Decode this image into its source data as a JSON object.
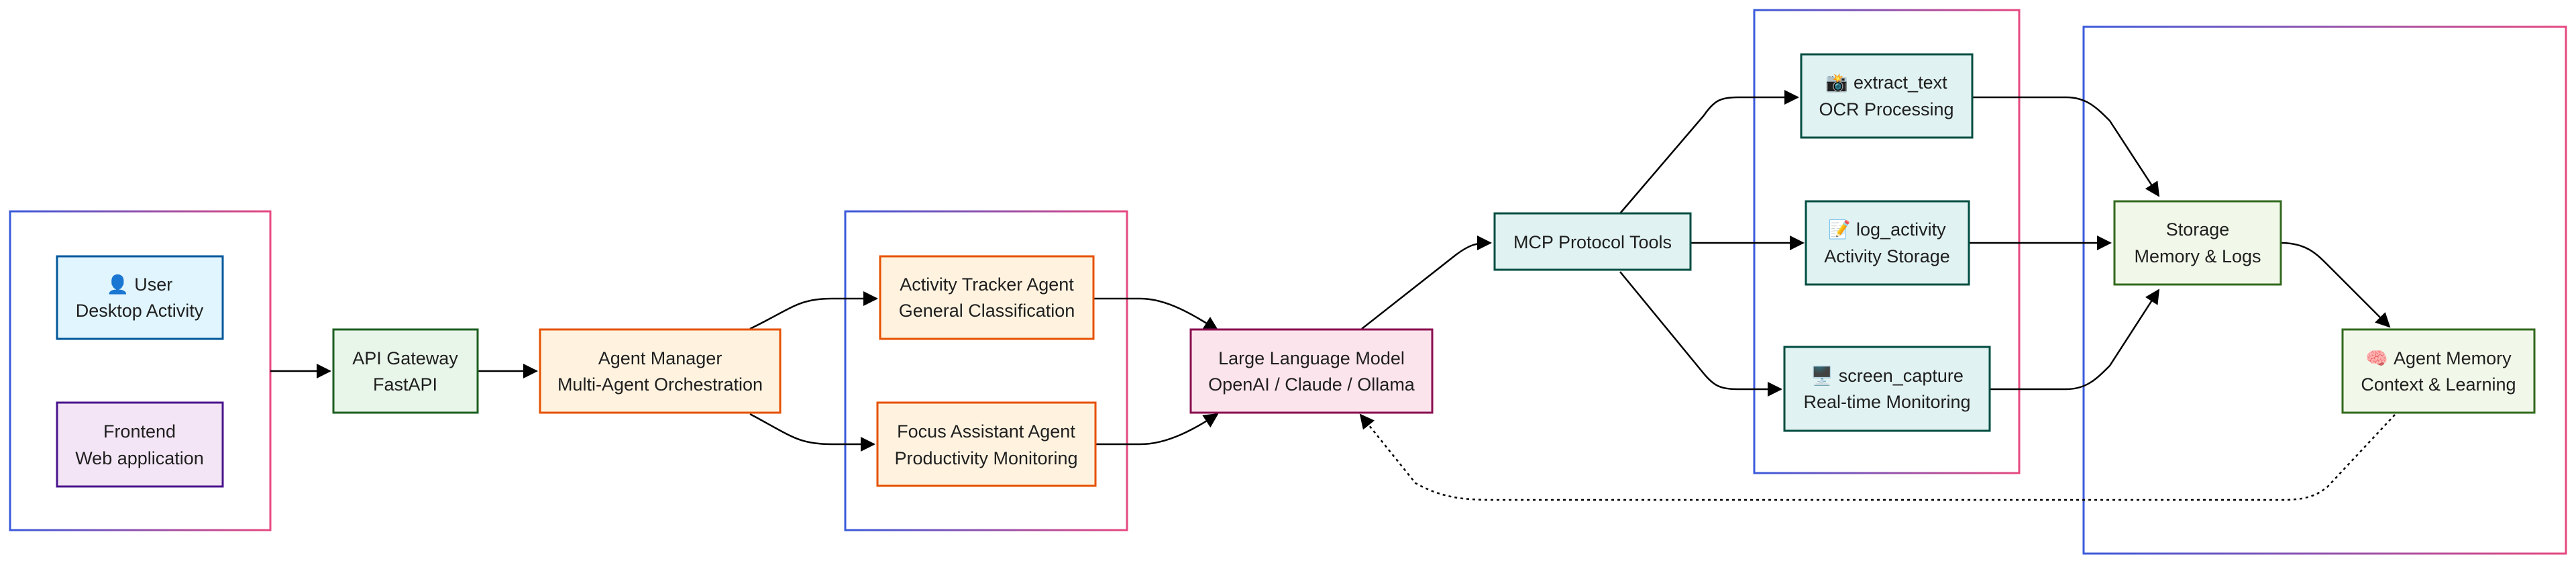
{
  "colors": {
    "group_border_start": "#3b5bdb",
    "group_border_end": "#e64980",
    "edge": "#000000"
  },
  "nodes": {
    "user": {
      "icon": "👤",
      "line1": "User",
      "line2": "Desktop Activity",
      "fill": "#e1f5fe",
      "stroke": "#01579b"
    },
    "frontend": {
      "line1": "Frontend",
      "line2": "Web application",
      "fill": "#f3e5f5",
      "stroke": "#4a148c"
    },
    "api_gateway": {
      "line1": "API Gateway",
      "line2": "FastAPI",
      "fill": "#e8f5e9",
      "stroke": "#1b5e20"
    },
    "agent_manager": {
      "line1": "Agent Manager",
      "line2": "Multi-Agent Orchestration",
      "fill": "#fff3e0",
      "stroke": "#e65100"
    },
    "activity_tracker": {
      "line1": "Activity Tracker Agent",
      "line2": "General Classification",
      "fill": "#fff3e0",
      "stroke": "#e65100"
    },
    "focus_assistant": {
      "line1": "Focus Assistant Agent",
      "line2": "Productivity Monitoring",
      "fill": "#fff3e0",
      "stroke": "#e65100"
    },
    "llm": {
      "line1": "Large Language Model",
      "line2": "OpenAI / Claude / Ollama",
      "fill": "#fce4ec",
      "stroke": "#880e4f"
    },
    "mcp_tools": {
      "line1": "MCP Protocol Tools",
      "fill": "#e0f2f1",
      "stroke": "#004d40"
    },
    "extract_text": {
      "icon": "📸",
      "line1": "extract_text",
      "line2": "OCR Processing",
      "fill": "#e0f2f1",
      "stroke": "#004d40"
    },
    "log_activity": {
      "icon": "📝",
      "line1": "log_activity",
      "line2": "Activity Storage",
      "fill": "#e0f2f1",
      "stroke": "#004d40"
    },
    "screen_capture": {
      "icon": "🖥️",
      "line1": "screen_capture",
      "line2": "Real-time Monitoring",
      "fill": "#e0f2f1",
      "stroke": "#004d40"
    },
    "storage": {
      "line1": "Storage",
      "line2": "Memory & Logs",
      "fill": "#f1f8e9",
      "stroke": "#33691e"
    },
    "agent_memory": {
      "icon": "🧠",
      "line1": "Agent Memory",
      "line2": "Context & Learning",
      "fill": "#f1f8e9",
      "stroke": "#33691e"
    }
  }
}
